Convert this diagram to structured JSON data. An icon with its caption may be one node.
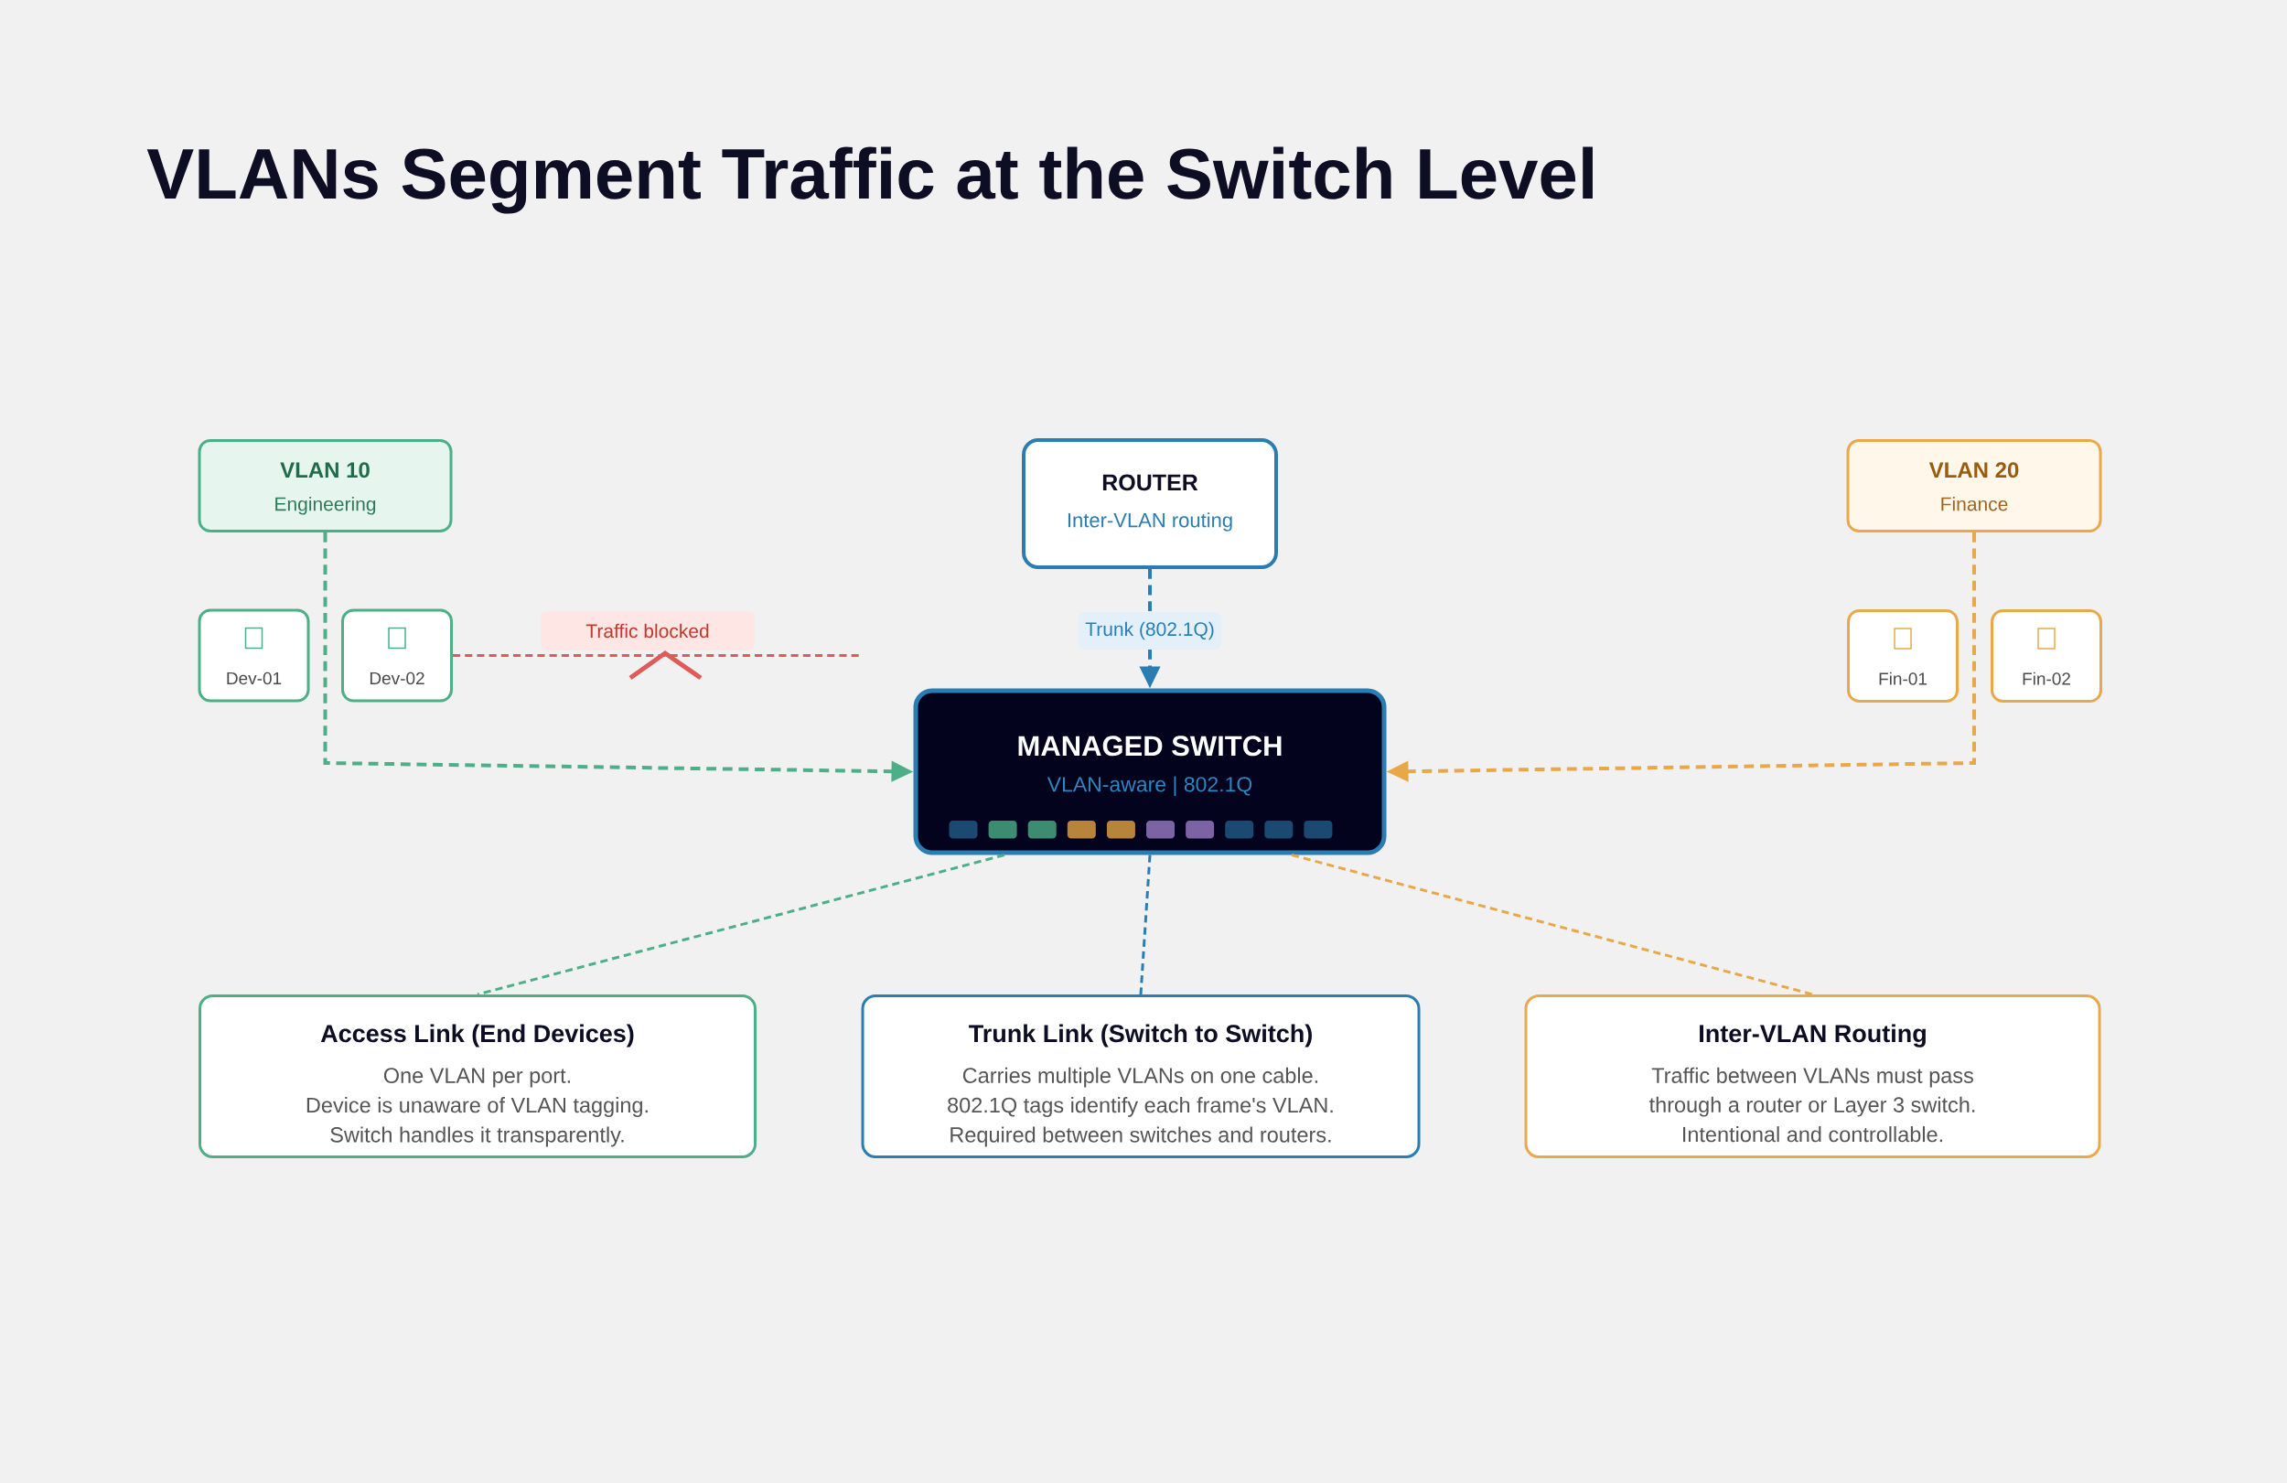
{
  "diagram": {
    "title": "VLANs Segment Traffic at the Switch Level",
    "nodes": [
      {
        "text": [
          "VLAN 10",
          "Engineering"
        ]
      },
      {
        "text": [
          "ROUTER",
          "Inter-VLAN routing"
        ]
      },
      {
        "text": [
          "VLAN 20",
          "Finance"
        ]
      },
      {
        "text": [
          "Dev-01"
        ]
      },
      {
        "text": [
          "Dev-02"
        ]
      },
      {
        "text": [
          "Fin-01"
        ]
      },
      {
        "text": [
          "Fin-02"
        ]
      },
      {
        "text": [
          "MANAGED SWITCH",
          "VLAN-aware | 802.1Q"
        ]
      },
      {
        "text": [
          "Access Link (End Devices)",
          "One VLAN per port.",
          "Device is unaware of VLAN tagging.",
          "Switch handles it transparently."
        ]
      },
      {
        "text": [
          "Trunk Link (Switch to Switch)",
          "Carries multiple VLANs on one cable.",
          "802.1Q tags identify each frame's VLAN.",
          "Required between switches and routers."
        ]
      },
      {
        "text": [
          "Inter-VLAN Routing",
          "Traffic between VLANs must pass through a router or Layer 3 switch.",
          "Intentional and controllable."
        ]
      }
    ],
    "edges": [
      {
        "from": 0,
        "to": 7,
        "arrow": "to",
        "style": "dashed",
        "color": "#4caf88"
      },
      {
        "from": 1,
        "to": 7,
        "arrow": "to",
        "label": "Trunk (802.1Q)",
        "style": "dashed",
        "color": "#2a7db3"
      },
      {
        "from": 2,
        "to": 7,
        "arrow": "to",
        "style": "dashed",
        "color": "#e8a848"
      },
      {
        "from": 4,
        "to": null,
        "arrow": "none",
        "label": "Traffic blocked",
        "style": "dashed",
        "color": "#e05a5a"
      },
      {
        "from": 7,
        "to": 8,
        "arrow": "none",
        "style": "dashed",
        "color": "#4caf88"
      },
      {
        "from": 7,
        "to": 9,
        "arrow": "none",
        "style": "dashed",
        "color": "#2a7db3"
      },
      {
        "from": 7,
        "to": 10,
        "arrow": "none",
        "style": "dashed",
        "color": "#e8a848"
      }
    ]
  }
}
